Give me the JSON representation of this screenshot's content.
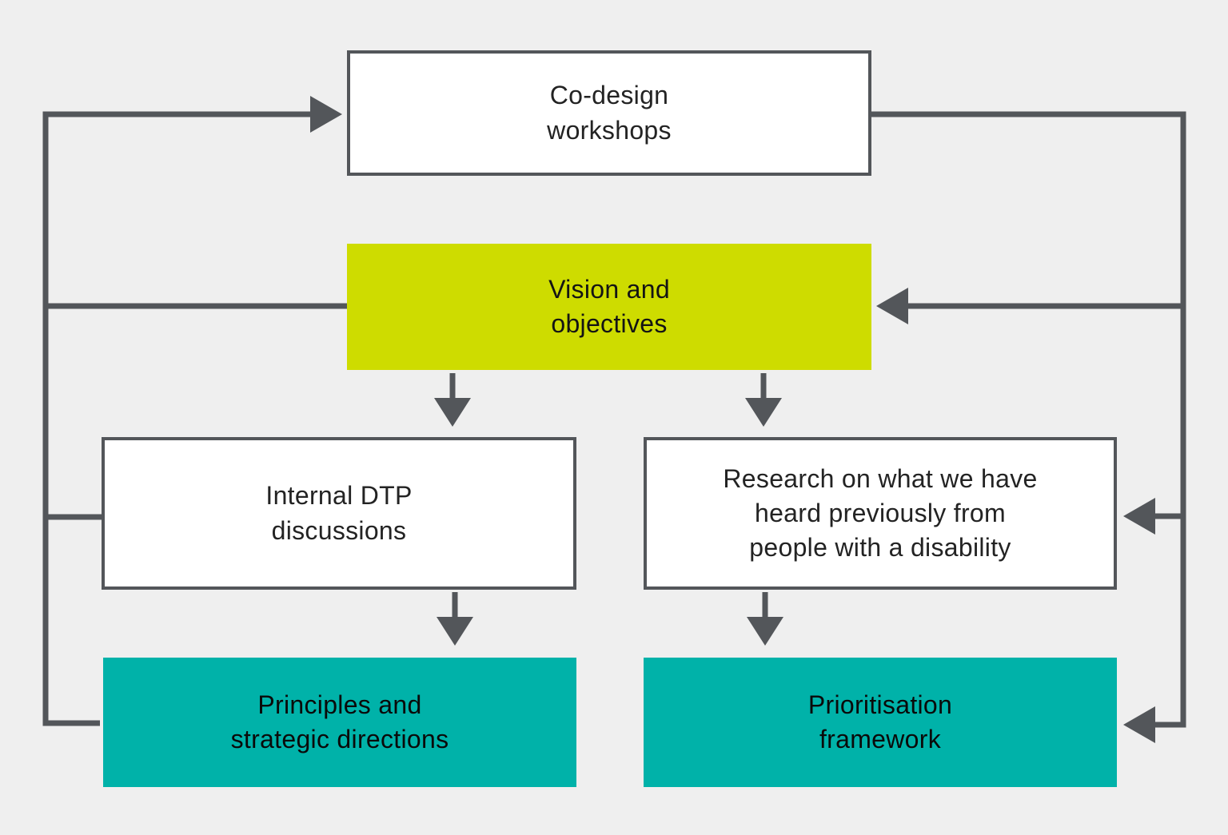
{
  "diagram": {
    "nodes": {
      "codesign": {
        "label": "Co-design\nworkshops",
        "style": "white"
      },
      "vision": {
        "label": "Vision and\nobjectives",
        "style": "yellow"
      },
      "internal": {
        "label": "Internal DTP\ndiscussions",
        "style": "white"
      },
      "research": {
        "label": "Research on what we have\nheard previously from\npeople with a disability",
        "style": "white"
      },
      "principles": {
        "label": "Principles and\nstrategic directions",
        "style": "teal"
      },
      "prioritisation": {
        "label": "Prioritisation\nframework",
        "style": "teal"
      }
    },
    "edges": [
      {
        "from": "vision",
        "to": "codesign",
        "route": "left-loop",
        "arrowhead": true
      },
      {
        "from": "internal",
        "to": "codesign",
        "route": "left-loop",
        "arrowhead": false
      },
      {
        "from": "principles",
        "to": "codesign",
        "route": "left-loop",
        "arrowhead": false
      },
      {
        "from": "codesign",
        "to": "vision",
        "route": "right-loop",
        "arrowhead": true
      },
      {
        "from": "codesign",
        "to": "research",
        "route": "right-loop",
        "arrowhead": true
      },
      {
        "from": "codesign",
        "to": "prioritisation",
        "route": "right-loop",
        "arrowhead": true
      },
      {
        "from": "vision",
        "to": "internal",
        "route": "straight-down",
        "arrowhead": true
      },
      {
        "from": "vision",
        "to": "research",
        "route": "straight-down",
        "arrowhead": true
      },
      {
        "from": "internal",
        "to": "principles",
        "route": "straight-down",
        "arrowhead": true
      },
      {
        "from": "research",
        "to": "prioritisation",
        "route": "straight-down",
        "arrowhead": true
      }
    ],
    "colors": {
      "background": "#EFEFEF",
      "line": "#53565A",
      "white_box_fill": "#FFFFFF",
      "white_box_border": "#53565A",
      "yellow_box_fill": "#CEDC00",
      "teal_box_fill": "#00B2A9",
      "text_on_white": "#232323",
      "text_on_color": "#0A0A0A"
    }
  }
}
